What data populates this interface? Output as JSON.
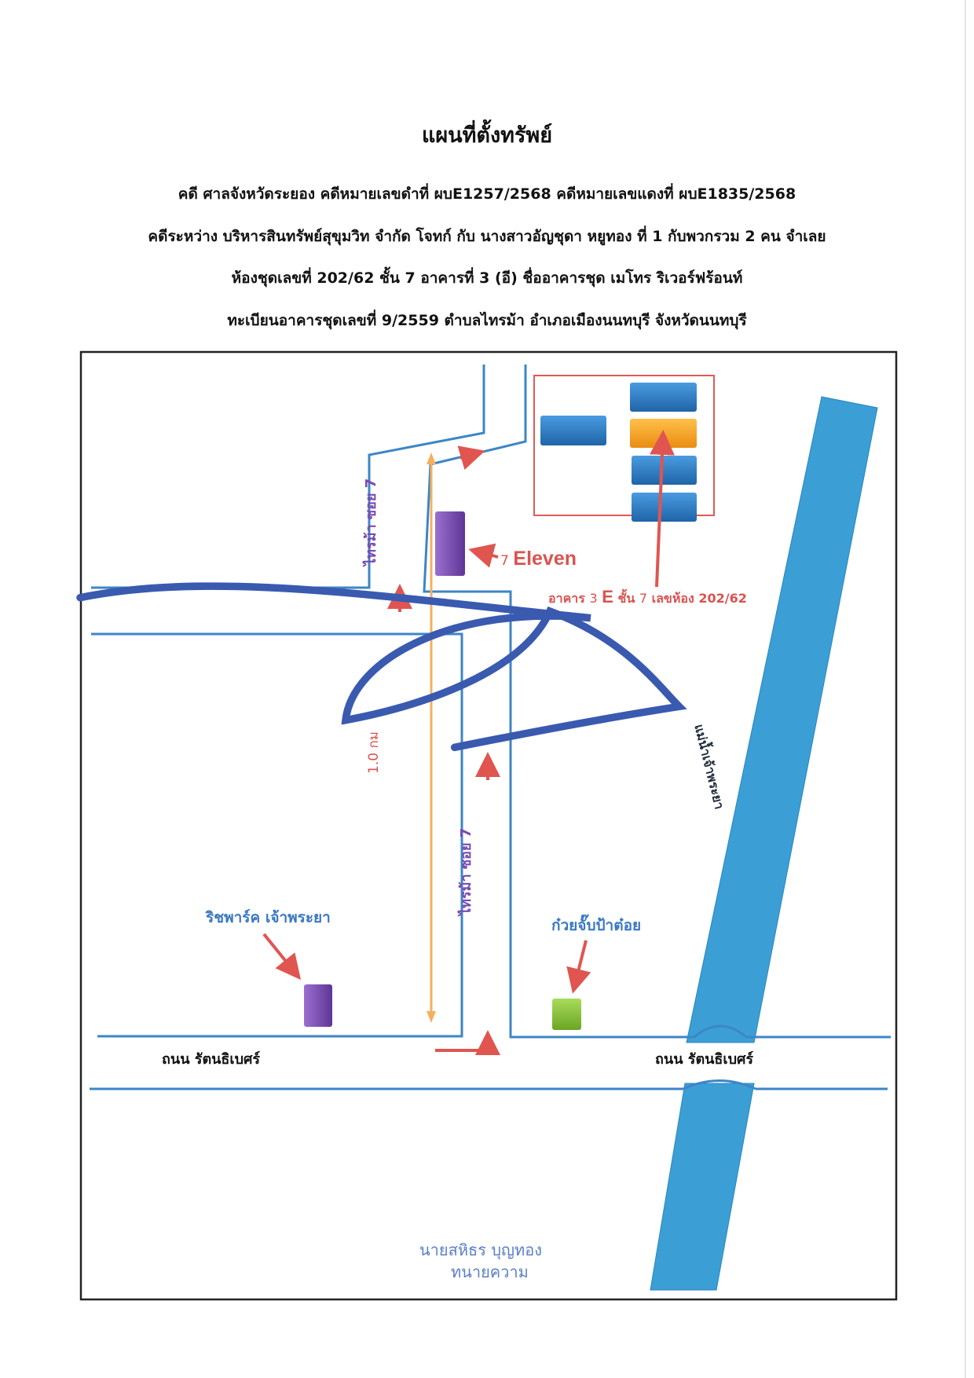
{
  "header": {
    "title": "แผนที่ตั้งทรัพย์",
    "line1": "คดี ศาลจังหวัดระยอง  คดีหมายเลขดำที่ ผบE1257/2568  คดีหมายเลขแดงที่ ผบE1835/2568",
    "line2": "คดีระหว่าง  บริหารสินทรัพย์สุขุมวิท จำกัด  โจทก์  กับ  นางสาวอัญชุดา หยูทอง ที่ 1 กับพวกรวม 2 คน จำเลย",
    "line3": "ห้องชุดเลขที่ 202/62 ชั้น 7 อาคารที่ 3 (อี) ชื่ออาคารชุด เมโทร ริเวอร์ฟร้อนท์",
    "line4": "ทะเบียนอาคารชุดเลขที่ 9/2559 ตำบลไทรม้า อำเภอเมืองนนทบุรี จังหวัดนนทบุรี"
  },
  "map": {
    "soi_label_top": "ไทรม้า ซอย 7",
    "soi_label_bottom": "ไทรม้า ซอย 7",
    "distance_label": "1.0 กม",
    "seven_eleven": {
      "num": "7",
      "word": "Eleven"
    },
    "building_label": {
      "prefix": "อาคาร",
      "num": "3",
      "letter": "E",
      "floor_word": "ชั้น",
      "floor": "7",
      "room_word": "เลขห้อง",
      "room": "202/62"
    },
    "richpark_label": "ริชพาร์ค เจ้าพระยา",
    "noodle_label": "ก๋วยจั๊บป้าต๋อย",
    "road_left": "ถนน รัตนธิเบศร์",
    "road_right": "ถนน รัตนธิเบศร์",
    "river_label": "แม่น้ำเจ้าพระยา",
    "colors": {
      "road_line": "#3d86c6",
      "river": "#3b9fd6",
      "building": "#2f7fc4",
      "target_building": "#f5a623",
      "shop_purple": "#7e4fb5",
      "shop_green": "#8cc63f",
      "arrow_red": "#e05550",
      "distance_line": "#f4b060",
      "box_red": "#e05a55"
    }
  },
  "signature": {
    "name": "นายสหิธร  บุญทอง",
    "title": "ทนายความ"
  }
}
